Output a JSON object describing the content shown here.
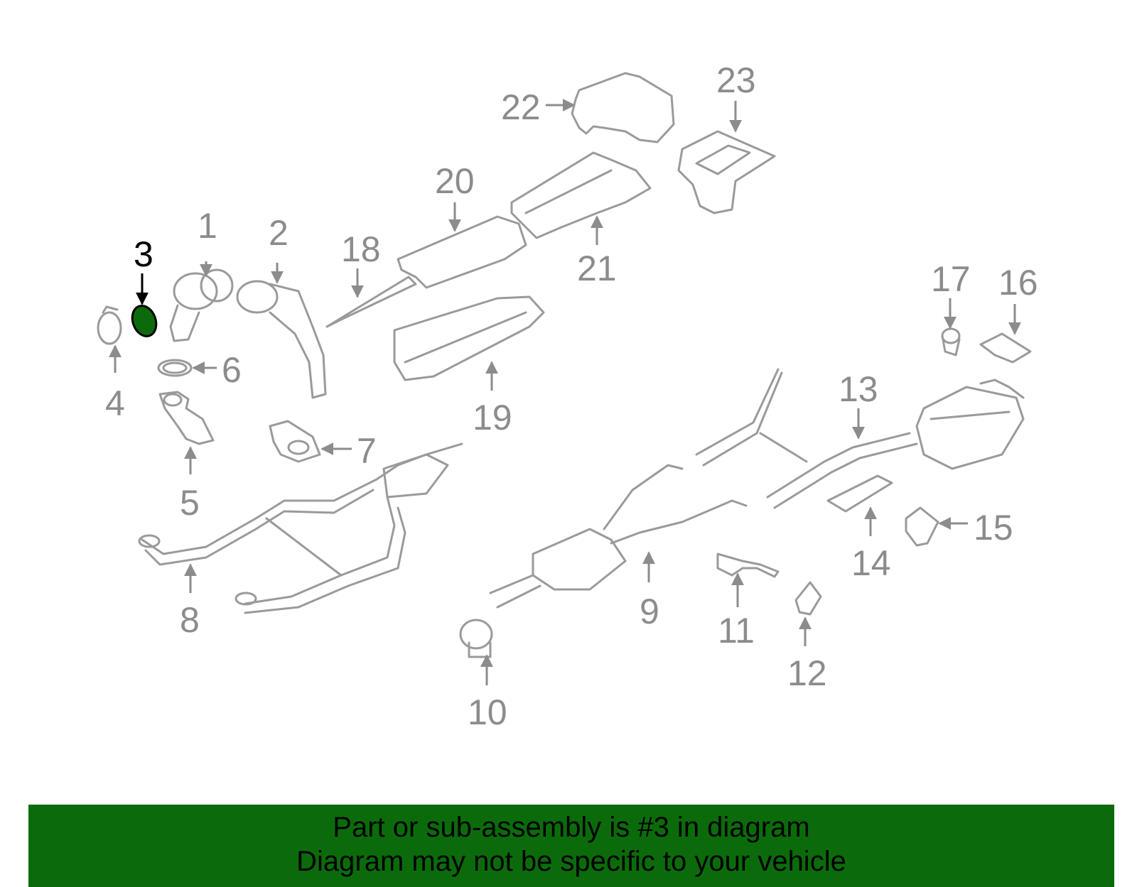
{
  "highlight_color": "#0b6b0b",
  "highlighted_part": "3",
  "labels": {
    "p1": "1",
    "p2": "2",
    "p3": "3",
    "p4": "4",
    "p5": "5",
    "p6": "6",
    "p7": "7",
    "p8": "8",
    "p9": "9",
    "p10": "10",
    "p11": "11",
    "p12": "12",
    "p13": "13",
    "p14": "14",
    "p15": "15",
    "p16": "16",
    "p17": "17",
    "p18": "18",
    "p19": "19",
    "p20": "20",
    "p21": "21",
    "p22": "22",
    "p23": "23"
  },
  "banner": {
    "line1": "Part or sub-assembly is #3 in diagram",
    "line2": "Diagram may not be specific to your vehicle"
  }
}
